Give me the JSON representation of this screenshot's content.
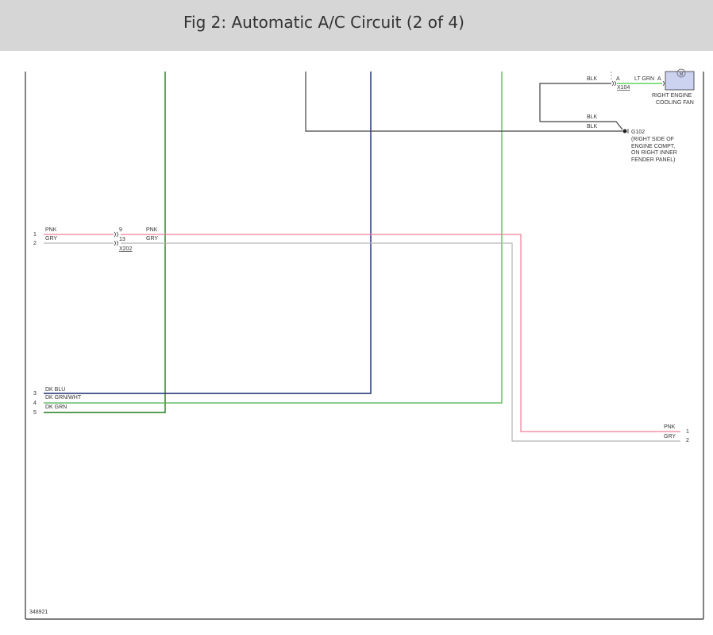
{
  "header": {
    "title": "Fig 2: Automatic A/C Circuit (2 of 4)"
  },
  "colors": {
    "pnk": "#f07c9a",
    "gry": "#b4b4b4",
    "dk_blu": "#1a2d6e",
    "dk_grn_wht": "#4bb04b",
    "dk_grn": "#1e7d1e",
    "lt_grn": "#5fd45f",
    "blk": "#404040",
    "motor_fill": "#ccd3f0"
  },
  "diagram": {
    "figure_id": "348921",
    "left_pins": {
      "pin1": "1",
      "pin2": "2",
      "pin3": "3",
      "pin4": "4",
      "pin5": "5"
    },
    "left_wires": {
      "pnk": "PNK",
      "gry": "GRY",
      "dk_blu": "DK BLU",
      "dk_grn_wht": "DK GRN/WHT",
      "dk_grn": "DK GRN"
    },
    "connector_x202": {
      "name": "X202",
      "pin_pnk": "9",
      "pin_gry": "13",
      "out_pnk": "PNK",
      "out_gry": "GRY"
    },
    "right_pins": {
      "pnk_label": "PNK",
      "pnk_pin": "1",
      "gry_label": "GRY",
      "gry_pin": "2"
    },
    "cooling_fan": {
      "connector_name": "X104",
      "pin_a_left": "A",
      "pin_a_right": "A",
      "wire_blk": "BLK",
      "wire_lt_grn": "LT GRN",
      "label_line1": "RIGHT ENGINE",
      "label_line2": "COOLING FAN"
    },
    "ground": {
      "wire_blk_1": "BLK",
      "wire_blk_2": "BLK",
      "name": "G102",
      "desc_line1": "(RIGHT SIDE OF",
      "desc_line2": "ENGINE COMPT,",
      "desc_line3": "ON RIGHT INNER",
      "desc_line4": "FENDER PANEL)"
    }
  }
}
